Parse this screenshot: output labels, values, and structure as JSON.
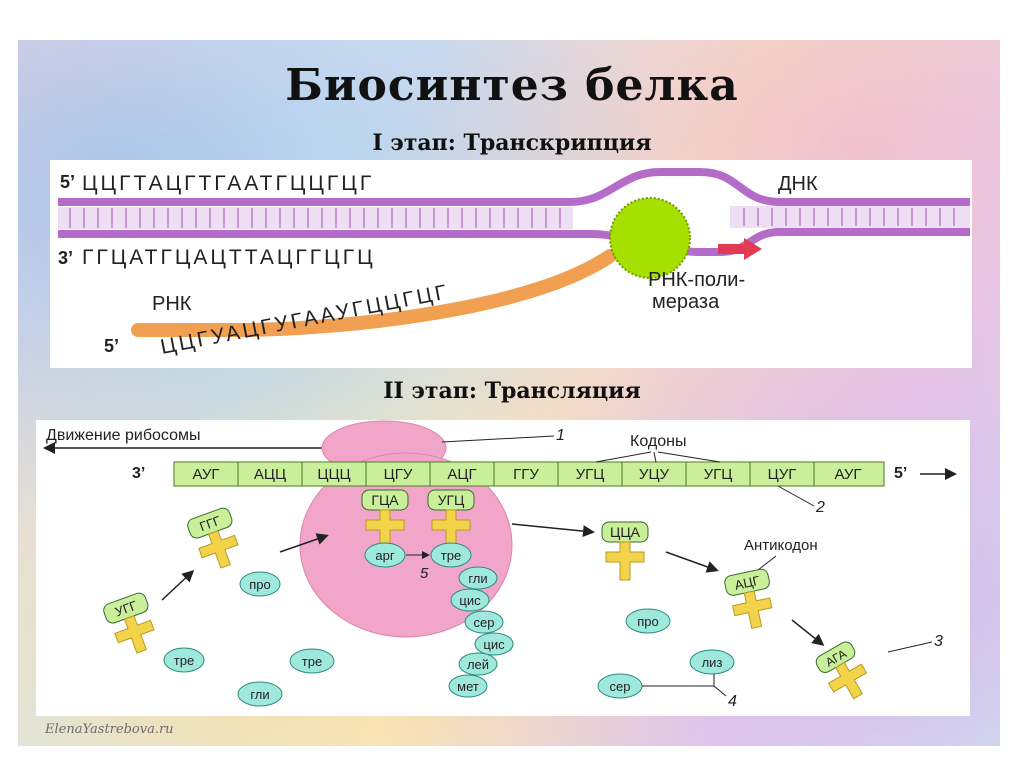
{
  "title": "Биосинтез белка",
  "stage1": {
    "heading": "I этап: Транскрипция",
    "dna_top_prime": "5’",
    "dna_top_seq": "ЦЦГТАЦГТГААТГЦЦГЦГ",
    "dna_bottom_prime": "3’",
    "dna_bottom_seq": "ГГЦАТГЦАЦТТАЦГГЦГЦ",
    "dna_label": "ДНК",
    "rna_label": "РНК",
    "rna_prime": "5’",
    "rna_seq": "ЦЦГУАЦГУГААУГЦЦГЦГ",
    "polymerase_label_1": "РНК-поли-",
    "polymerase_label_2": "мераза"
  },
  "stage2": {
    "heading": "II этап: Трансляция",
    "movement_label": "Движение рибосомы",
    "codons_label": "Кодоны",
    "anticodon_label": "Антикодон",
    "mrna_left_prime": "3’",
    "mrna_right_prime": "5’",
    "codons": [
      "АУГ",
      "АЦЦ",
      "ЦЦЦ",
      "ЦГУ",
      "АЦГ",
      "ГГУ",
      "УГЦ",
      "УЦУ",
      "УГЦ",
      "ЦУГ",
      "АУГ"
    ],
    "numbers": {
      "n1": "1",
      "n2": "2",
      "n3": "3",
      "n4": "4",
      "n5": "5"
    },
    "ribosome_trnas": [
      {
        "anticodon": "ГЦА",
        "amino": "арг"
      },
      {
        "anticodon": "УГЦ",
        "amino": "тре"
      }
    ],
    "chain": [
      "гли",
      "цис",
      "сер",
      "цис",
      "лей",
      "мет"
    ],
    "free_trnas": [
      {
        "anticodon": "ГГГ",
        "amino": "про"
      },
      {
        "anticodon": "УГГ",
        "amino": "тре"
      },
      {
        "anticodon": "ЦЦА",
        "amino": ""
      },
      {
        "anticodon": "АЦГ",
        "amino": ""
      },
      {
        "anticodon": "АГА",
        "amino": ""
      }
    ],
    "free_amino": [
      "тре",
      "гли",
      "про",
      "лиз",
      "сер"
    ]
  },
  "watermark": "ElenaYastrebova.ru",
  "colors": {
    "dna": "#b56cc8",
    "dna_rungs": "#d9b3e3",
    "rna": "#f0a050",
    "polymerase": "#a6e000",
    "arrow": "#e23a50",
    "ribosome": "#f1a6c9",
    "mrna": "#c9ef9a",
    "trna": "#f3d34a",
    "amino": "#9fe8dc"
  }
}
